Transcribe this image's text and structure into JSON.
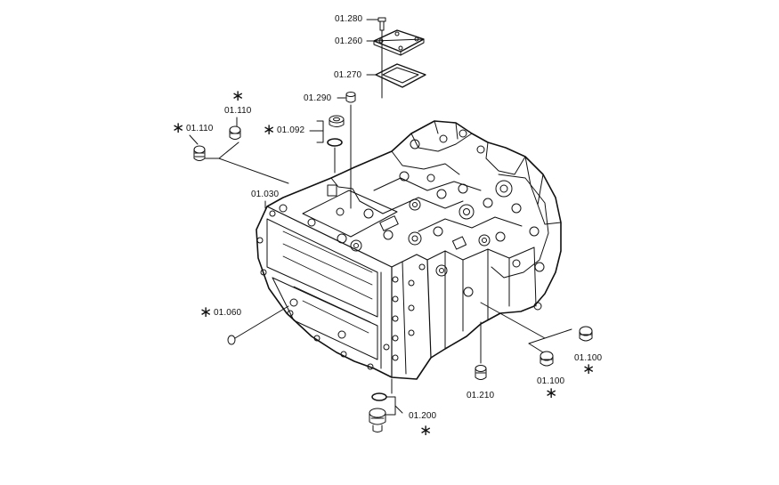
{
  "diagram": {
    "parts": [
      {
        "id": "p01280",
        "label": "01.280",
        "starred": false
      },
      {
        "id": "p01260",
        "label": "01.260",
        "starred": false
      },
      {
        "id": "p01270",
        "label": "01.270",
        "starred": false
      },
      {
        "id": "p01290",
        "label": "01.290",
        "starred": false
      },
      {
        "id": "p01110a",
        "label": "01.110",
        "starred": true
      },
      {
        "id": "p01110b",
        "label": "01.110",
        "starred": true
      },
      {
        "id": "p01092",
        "label": "01.092",
        "starred": true
      },
      {
        "id": "p01030",
        "label": "01.030",
        "starred": false
      },
      {
        "id": "p01060",
        "label": "01.060",
        "starred": true
      },
      {
        "id": "p01200",
        "label": "01.200",
        "starred": true
      },
      {
        "id": "p01210",
        "label": "01.210",
        "starred": false
      },
      {
        "id": "p01100a",
        "label": "01.100",
        "starred": true
      },
      {
        "id": "p01100b",
        "label": "01.100",
        "starred": true
      }
    ],
    "star_symbol": "∗",
    "colors": {
      "ink": "#111111",
      "background": "#ffffff"
    }
  }
}
